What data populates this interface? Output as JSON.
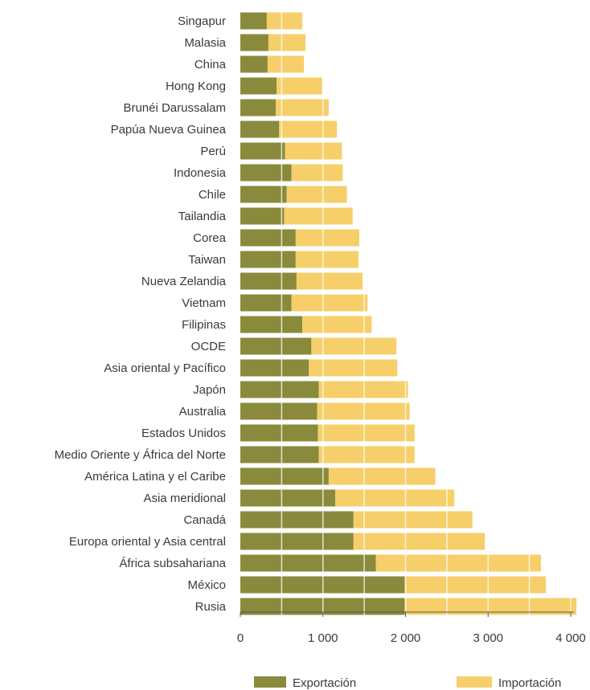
{
  "chart_data": {
    "type": "bar",
    "orientation": "horizontal",
    "stacked": true,
    "categories": [
      "Singapur",
      "Malasia",
      "China",
      "Hong Kong",
      "Brunéi Darussalam",
      "Papúa Nueva Guinea",
      "Perú",
      "Indonesia",
      "Chile",
      "Tailandia",
      "Corea",
      "Taiwan",
      "Nueva Zelandia",
      "Vietnam",
      "Filipinas",
      "OCDE",
      "Asia oriental y Pacífico",
      "Japón",
      "Australia",
      "Estados Unidos",
      "Medio Oriente y África del Norte",
      "América Latina y el Caribe",
      "Asia meridional",
      "Canadá",
      "Europa oriental y Asia central",
      "África subsahariana",
      "México",
      "Rusia"
    ],
    "series": [
      {
        "name": "Exportación",
        "color": "#8a8a3c",
        "values": [
          320,
          340,
          330,
          440,
          430,
          470,
          540,
          620,
          560,
          530,
          670,
          670,
          680,
          620,
          750,
          860,
          830,
          950,
          930,
          940,
          950,
          1070,
          1150,
          1370,
          1370,
          1640,
          1990,
          1990
        ]
      },
      {
        "name": "Importación",
        "color": "#f6cf6a",
        "values": [
          430,
          450,
          440,
          550,
          640,
          700,
          690,
          620,
          730,
          830,
          770,
          760,
          800,
          920,
          840,
          1030,
          1070,
          1080,
          1120,
          1170,
          1160,
          1290,
          1440,
          1440,
          1590,
          2000,
          1710,
          2080
        ]
      }
    ],
    "x_ticks": [
      "0",
      "1 000",
      "2 000",
      "3 000",
      "4 000"
    ],
    "xlim": [
      0,
      4000
    ],
    "grid": "vertical lines on bars",
    "legend": "bottom"
  }
}
